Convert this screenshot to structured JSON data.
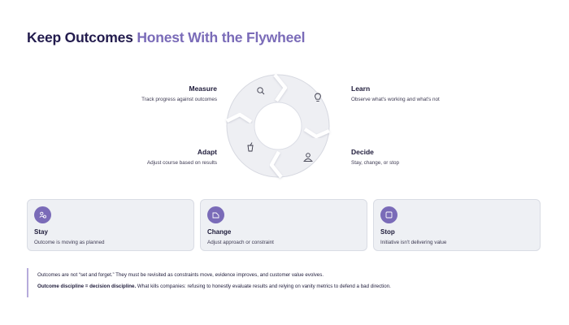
{
  "title": {
    "part1": "Keep Outcomes",
    "part2": "Honest With the Flywheel"
  },
  "flywheel": {
    "steps": [
      {
        "id": "measure",
        "name": "Measure",
        "desc": "Track progress against outcomes",
        "icon": "search-icon"
      },
      {
        "id": "learn",
        "name": "Learn",
        "desc": "Observe what's working and what's not",
        "icon": "lightbulb-icon"
      },
      {
        "id": "decide",
        "name": "Decide",
        "desc": "Stay, change, or stop",
        "icon": "person-icon"
      },
      {
        "id": "adapt",
        "name": "Adapt",
        "desc": "Adjust course based on results",
        "icon": "cup-icon"
      }
    ]
  },
  "cards": [
    {
      "id": "stay",
      "name": "Stay",
      "desc": "Outcome is moving as planned",
      "icon": "stay-icon"
    },
    {
      "id": "change",
      "name": "Change",
      "desc": "Adjust approach or constraint",
      "icon": "change-icon"
    },
    {
      "id": "stop",
      "name": "Stop",
      "desc": "Initiative isn't delivering value",
      "icon": "stop-icon"
    }
  ],
  "note": {
    "line1": "Outcomes are not “set and forget.” They must be revisited as constraints move, evidence improves, and customer value evolves.",
    "line2_bold": "Outcome discipline = decision discipline.",
    "line2_rest": " What kills companies: refusing to honestly evaluate results and relying on vanity metrics to defend a bad direction."
  },
  "colors": {
    "accent": "#7a6bb8",
    "title_dark": "#221b4d",
    "card_bg": "#eef0f4",
    "wheel_fill": "#eeeff3"
  }
}
